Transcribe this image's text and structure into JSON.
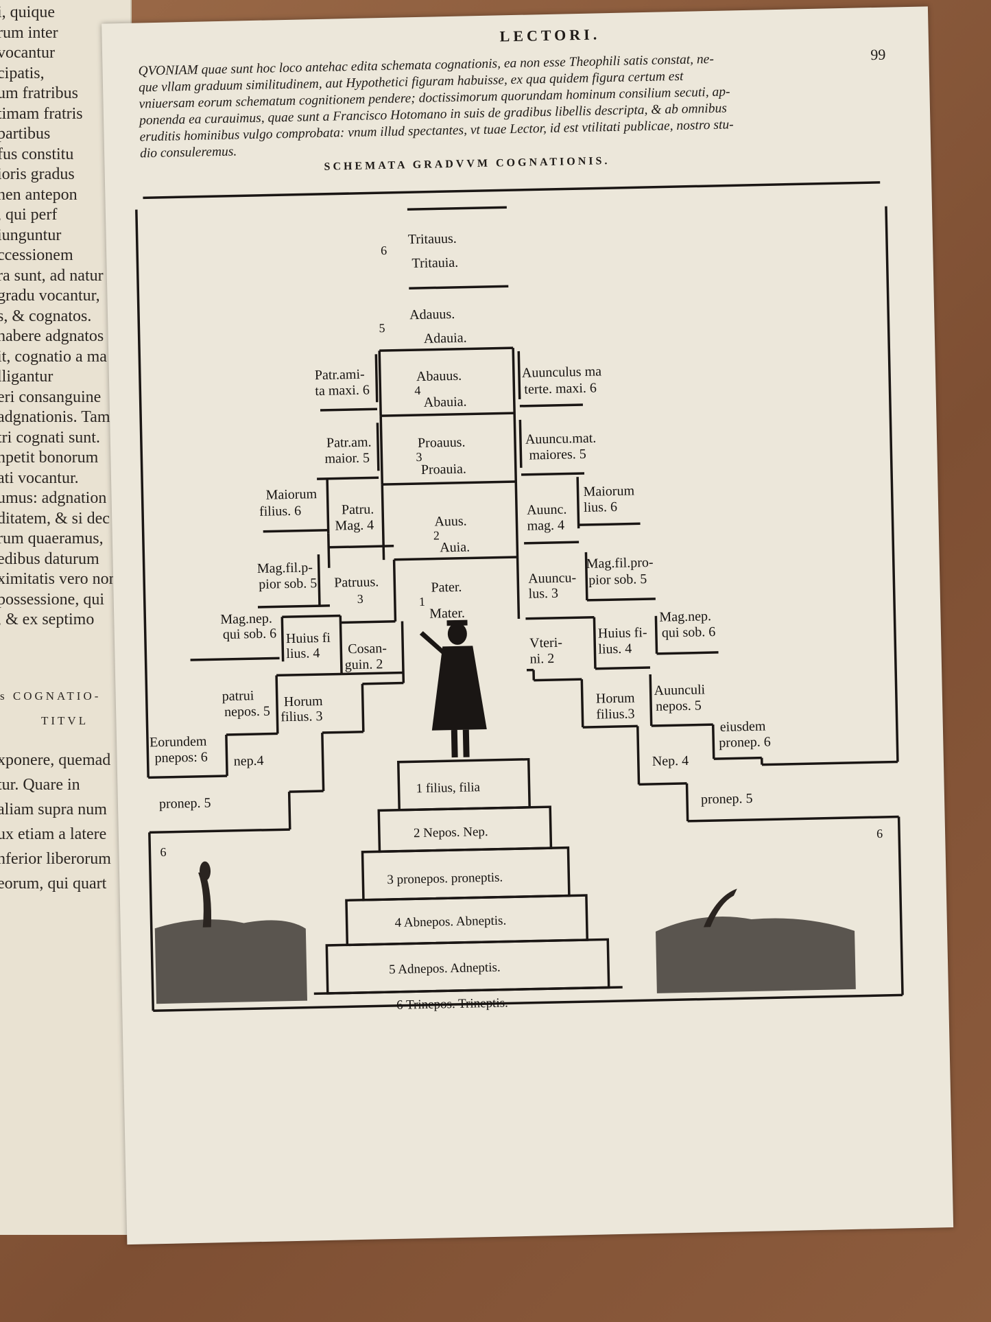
{
  "left_page": {
    "lines": [
      "i, quique",
      "rum inter",
      "vocantur",
      "cipatis,",
      "um fratribus",
      "timam fratris",
      "partibus",
      "fus constitu",
      "ioris gradus",
      "nen antepon",
      ", qui perf",
      "iunguntur",
      "ccessionem",
      "ra sunt, ad natur",
      "gradu vocantur,",
      "s, & cognatos.",
      "habere adgnatos",
      "it, cognatio a ma",
      "lligantur",
      "eri consanguine",
      "adgnationis. Tam",
      "tri cognati sunt.",
      "npetit bonorum",
      "ati vocantur.",
      "umus: adgnation",
      "ditatem, & si dec",
      "rum quaeramus,",
      "edibus daturum",
      "ximitatis vero nom",
      "possessione, qui",
      ", & ex septimo",
      "s COGNATIO-",
      "TITVL",
      "xponere, quemad",
      "tur. Quare in",
      "aliam supra num",
      "ux etiam a latere",
      "nferior liberorum",
      "eorum, qui quart"
    ]
  },
  "header": {
    "running_head": "LECTORI.",
    "page_number": "99",
    "intro_lines": [
      "QVONIAM quae sunt hoc loco antehac edita schemata cognationis, ea non esse Theophili satis constat, ne-",
      "que vllam graduum similitudinem, aut Hypothetici figuram habuisse, ex qua quidem figura certum est",
      "vniuersam eorum schematum cognitionem pendere; doctissimorum quorundam hominum consilium secuti, ap-",
      "ponenda ea curauimus, quae sunt a Francisco Hotomano in suis de gradibus libellis descripta, & ab omnibus",
      "eruditis hominibus vulgo comprobata: vnum illud spectantes, vt tuae Lector, id est vtilitati publicae, nostro stu-",
      "dio consuleremus."
    ],
    "scheme_title": "SCHEMATA GRADVVM COGNATIONIS."
  },
  "center": {
    "tritauus": "Tritauus.",
    "tritauia": "Tritauia.",
    "n6": "6",
    "adauus": "Adauus.",
    "adauia": "Adauia.",
    "n5": "5",
    "abauus": "Abauus.",
    "abauia": "Abauia.",
    "n4": "4",
    "proauus": "Proauus.",
    "proauia": "Proauia.",
    "n3": "3",
    "auus": "Auus.",
    "auia": "Auia.",
    "n2": "2",
    "pater": "Pater.",
    "mater": "Mater.",
    "n1": "1"
  },
  "left": {
    "patr_ami_1": "Patr.ami-",
    "patr_ami_2": "ta maxi. 6",
    "patr_am_1": "Patr.am.",
    "patr_am_2": "maior. 5",
    "maiorum_1": "Maiorum",
    "maiorum_2": "filius.   6",
    "patru_1": "Patru.",
    "patru_2": "Mag. 4",
    "magfil_1": "Mag.fil.p-",
    "magfil_2": "pior sob. 5",
    "patruus_1": "Patruus.",
    "patruus_2": "3",
    "magnep_1": "Mag.nep.",
    "magnep_2": "qui sob. 6",
    "huius_1": "Huius fi",
    "huius_2": "lius. 4",
    "cosan_1": "Cosan-",
    "cosan_2": "guin. 2",
    "patrui_1": "patrui",
    "patrui_2": "nepos. 5",
    "horum_1": "Horum",
    "horum_2": "filius. 3",
    "eorundem_1": "Eorundem",
    "eorundem_2": "pnepos:  6",
    "nep4": "nep.4",
    "pronep5": "pronep. 5",
    "corner6": "6"
  },
  "right": {
    "auunc_1": "Auunculus ma",
    "auunc_2": "terte. maxi. 6",
    "auuncmat_1": "Auuncu.mat.",
    "auuncmat_2": "maiores.  5",
    "maiorum_1": "Maiorum",
    "maiorum_2": "lius.   6",
    "auunc4_1": "Auunc.",
    "auunc4_2": "mag. 4",
    "magfil_1": "Mag.fil.pro-",
    "magfil_2": "pior sob. 5",
    "auuncu_1": "Auuncu-",
    "auuncu_2": "lus. 3",
    "magnep_1": "Mag.nep.",
    "magnep_2": "qui sob.  6",
    "huius_1": "Huius fi-",
    "huius_2": "lius.  4",
    "vteri_1": "Vteri-",
    "vteri_2": "ni.     2",
    "horum_1": "Horum",
    "horum_2": "filius.3",
    "auunculi_1": "Auunculi",
    "auunculi_2": "nepos.  5",
    "eiusdem_1": "eiusdem",
    "eiusdem_2": "pronep. 6",
    "nep4": "Nep. 4",
    "pronep5": "pronep. 5",
    "corner6": "6"
  },
  "descendants": {
    "d1": "1 filius, filia",
    "d2": "2 Nepos. Nep.",
    "d3": "3 pronepos. proneptis.",
    "d4": "4 Abnepos. Abneptis.",
    "d5": "5 Adnepos. Adneptis.",
    "d6": "6 Trinepos. Trineptis."
  }
}
